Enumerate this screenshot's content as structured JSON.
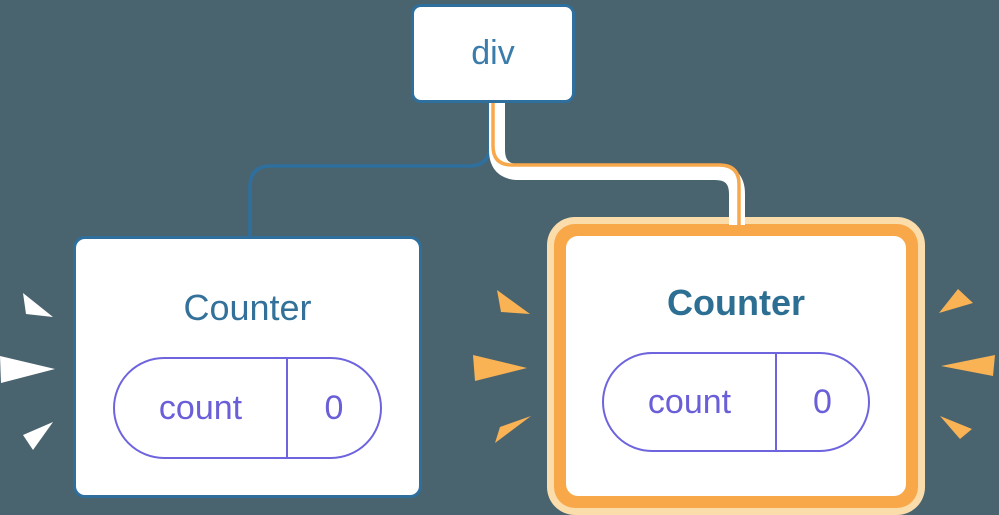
{
  "diagram_title": "react-state-tree-rerender-diagram",
  "colors": {
    "background": "#4a646f",
    "card_bg": "#ffffff",
    "blue_border": "#2e6f9e",
    "blue_text": "#3a7cab",
    "title_left": "#33719a",
    "title_right": "#2d6e93",
    "purple_border": "#6e64dd",
    "purple_text": "#6a5fd8",
    "connector_white": "#ffffff",
    "orange_line": "#f8a84c",
    "orange_ring": "#f8a848",
    "orange_pale": "#fbdcab",
    "spark_orange": "#f9b254",
    "spark_white": "#ffffff"
  },
  "tree": {
    "root": {
      "label": "div"
    },
    "children": [
      {
        "title": "Counter",
        "state_key": "count",
        "state_value": "0",
        "highlighted": false
      },
      {
        "title": "Counter",
        "state_key": "count",
        "state_value": "0",
        "highlighted": true
      }
    ]
  }
}
